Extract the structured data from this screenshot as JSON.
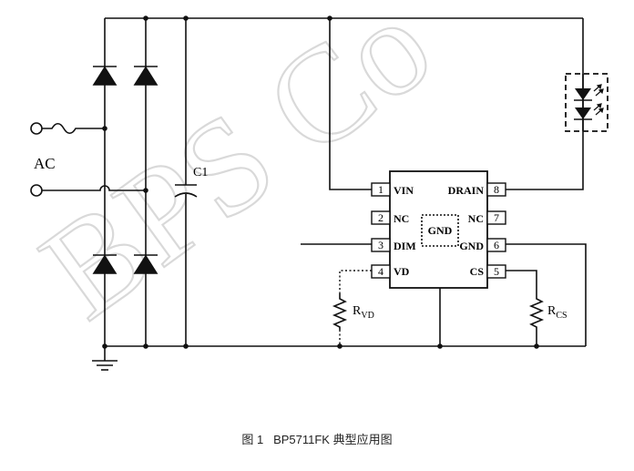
{
  "watermark": "BPS Co",
  "labels": {
    "ac": "AC",
    "c1": "C1",
    "rvd_main": "R",
    "rvd_sub": "VD",
    "rcs_main": "R",
    "rcs_sub": "CS",
    "gnd_box": "GND"
  },
  "ic_pins": [
    {
      "num": "1",
      "name": "VIN"
    },
    {
      "num": "2",
      "name": "NC"
    },
    {
      "num": "3",
      "name": "DIM"
    },
    {
      "num": "4",
      "name": "VD"
    },
    {
      "num": "5",
      "name": "CS"
    },
    {
      "num": "6",
      "name": "GND"
    },
    {
      "num": "7",
      "name": "NC"
    },
    {
      "num": "8",
      "name": "DRAIN"
    }
  ],
  "caption": "图 1   BP5711FK 典型应用图",
  "colors": {
    "line": "#111111",
    "watermark": "#e6e6e6"
  }
}
